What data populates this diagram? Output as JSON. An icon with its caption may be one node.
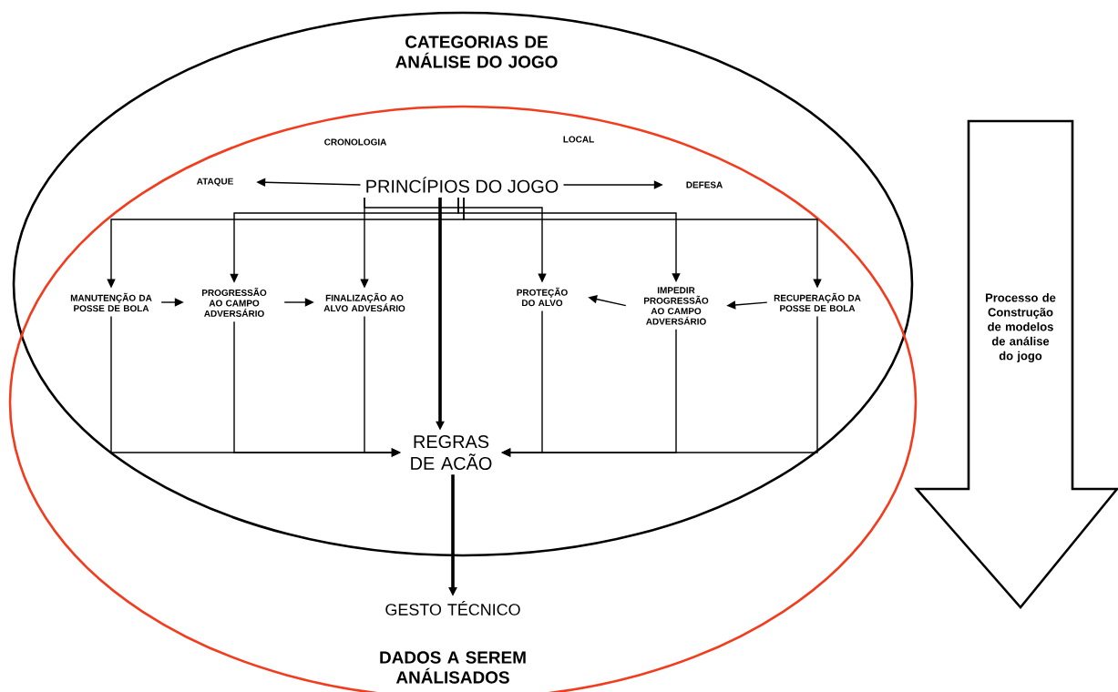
{
  "diagram": {
    "nodes": [
      {
        "text": [
          "CATEGORIAS DE ANÁLISE DO JOGO"
        ]
      },
      {
        "text": [
          "DADOS A SEREM ANÁLISADOS"
        ]
      },
      {
        "text": [
          "ATAQUE"
        ],
        "in": 0
      },
      {
        "text": [
          "PRINCÍPIOS DO JOGO"
        ],
        "in": 0
      },
      {
        "text": [
          "DEFESA"
        ],
        "in": 0
      },
      {
        "text": [
          "MANUTENÇÃO DA POSSE DE BOLA"
        ],
        "in": 0
      },
      {
        "text": [
          "PROGRESSÃO AO CAMPO ADVERSÁRIO"
        ],
        "in": 0
      },
      {
        "text": [
          "FINALIZAÇÃO AO ALVO ADVESÁRIO"
        ],
        "in": 0
      },
      {
        "text": [
          "PROTEÇÃO DO ALVO"
        ],
        "in": 0
      },
      {
        "text": [
          "IMPEDIR PROGRESSÃO AO CAMPO ADVERSÁRIO"
        ],
        "in": 0
      },
      {
        "text": [
          "RECUPERAÇÃO DA POSSE DE BOLA"
        ],
        "in": 0
      },
      {
        "text": [
          "REGRAS DE ACÃO"
        ],
        "in": 0
      },
      {
        "text": [
          "GESTO TÉCNICO"
        ],
        "in": 1
      },
      {
        "text": [
          "Processo de Construção de modelos de análise do jogo"
        ]
      }
    ],
    "edges": [
      {
        "from": 3,
        "to": 2,
        "arrow": "to"
      },
      {
        "from": 3,
        "to": 4,
        "arrow": "to"
      },
      {
        "from": 3,
        "to": 5,
        "arrow": "to"
      },
      {
        "from": 3,
        "to": 6,
        "arrow": "to"
      },
      {
        "from": 3,
        "to": 7,
        "arrow": "to"
      },
      {
        "from": 3,
        "to": 8,
        "arrow": "to"
      },
      {
        "from": 3,
        "to": 9,
        "arrow": "to"
      },
      {
        "from": 3,
        "to": 10,
        "arrow": "to"
      },
      {
        "from": 5,
        "to": 6,
        "arrow": "to"
      },
      {
        "from": 6,
        "to": 7,
        "arrow": "to"
      },
      {
        "from": 10,
        "to": 9,
        "arrow": "to"
      },
      {
        "from": 9,
        "to": 8,
        "arrow": "to"
      },
      {
        "from": 3,
        "to": 11,
        "arrow": "to",
        "style": "thick"
      },
      {
        "from": 5,
        "to": 11,
        "arrow": "to"
      },
      {
        "from": 6,
        "to": 11,
        "arrow": "to"
      },
      {
        "from": 7,
        "to": 11,
        "arrow": "to"
      },
      {
        "from": 8,
        "to": 11,
        "arrow": "to"
      },
      {
        "from": 9,
        "to": 11,
        "arrow": "to"
      },
      {
        "from": 10,
        "to": 11,
        "arrow": "to"
      },
      {
        "from": 11,
        "to": 12,
        "arrow": "to",
        "style": "thick"
      }
    ],
    "labels": [
      "CRONOLOGIA",
      "LOCAL"
    ]
  }
}
